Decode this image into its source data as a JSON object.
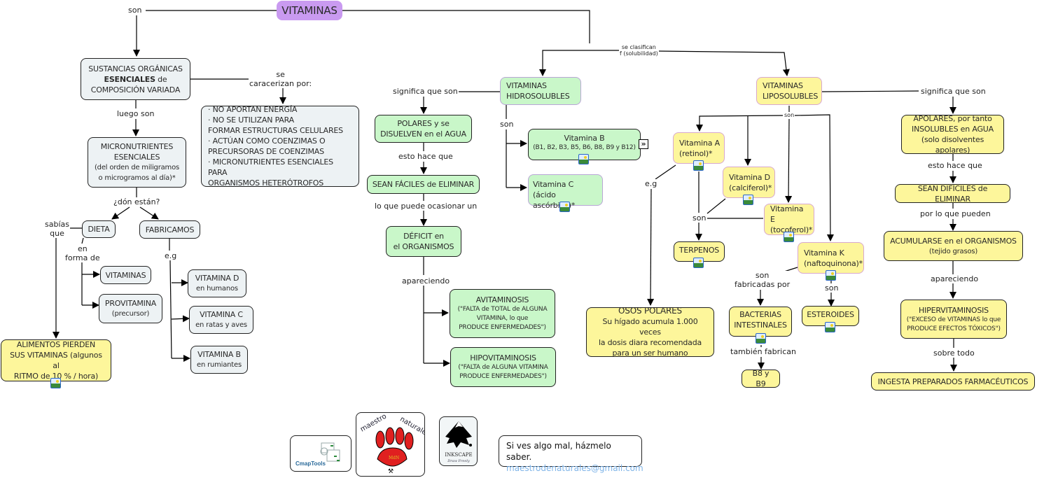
{
  "title": "VITAMINAS",
  "colors": {
    "root": "#c99af0",
    "gray_node": "#edf2f4",
    "green_node": "#c9f7c9",
    "yellow_node": "#fdf69b",
    "email": "#7fb4e8"
  },
  "links": {
    "son_top": "son",
    "se_caracterizan": "se\ncaracerizan por:",
    "luego_son": "luego son",
    "don_estan": "¿dón están?",
    "sabias_que": "sabías\nque",
    "en_forma_de": "en\nforma de",
    "eg_fabricamos": "e.g",
    "se_clasifican": "se clasifican\nf (solubilidad)",
    "significa_hidro": "significa que son",
    "son_hidro": "son",
    "esto_hace_que_hidro": "esto hace que",
    "lo_que_puede": "lo que puede ocasionar un",
    "apareciendo_hidro": "apareciendo",
    "son_lipo": "son",
    "eg_osos": "e.g",
    "son_terpenos": "son",
    "son_fabricadas_por": "son\nfabricadas por",
    "son_esteroides": "son",
    "tambien_fabrican": "también fabrican",
    "significa_lipo": "significa que son",
    "esto_hace_que_lipo": "esto hace que",
    "por_lo_que_pueden": "por lo que pueden",
    "apareciendo_lipo": "apareciendo",
    "sobre_todo": "sobre todo"
  },
  "nodes": {
    "sustancias": {
      "line1": "SUSTANCIAS ORGÁNICAS",
      "bold": "ESENCIALES",
      "after_bold": " de",
      "line3": "COMPOSICIÓN VARIADA"
    },
    "caracteristicas": [
      "· NO APORTAN ENERGÍA",
      "· NO SE UTILIZAN PARA",
      "FORMAR ESTRUCTURAS CELULARES",
      "· ACTÚAN COMO COENZIMAS O",
      "PRECURSORAS DE COENZIMAS",
      "· MICRONUTRIENTES ESENCIALES PARA",
      "ORGANISMOS HETERÓTROFOS"
    ],
    "micronutrientes": [
      "MICRONUTRIENTES",
      "ESENCIALES",
      "(del orden de miligramos",
      "o microgramos al día)*"
    ],
    "dieta": "DIETA",
    "fabricamos": "FABRICAMOS",
    "vitaminas_dieta": "VITAMINAS",
    "provitamina": [
      "PROVITAMINA",
      "(precursor)"
    ],
    "vit_d_humanos": [
      "VITAMINA D",
      "en humanos"
    ],
    "vit_c_ratas": [
      "VITAMINA C",
      "en ratas y aves"
    ],
    "vit_b_rumiantes": [
      "VITAMINA B",
      "en rumiantes"
    ],
    "alimentos": [
      "ALIMENTOS PIERDEN",
      "SUS VITAMINAS (algunos al",
      "RITMO de 10 % / hora)"
    ],
    "hidrosolubles": [
      "VITAMINAS",
      "HIDROSOLUBLES"
    ],
    "polares": [
      "POLARES y se",
      "DISUELVEN en el AGUA"
    ],
    "faciles": "SEAN FÁCILES de ELIMINAR",
    "deficit": [
      "DÉFICIT en",
      "el ORGANISMOS"
    ],
    "avitaminosis": [
      "AVITAMINOSIS",
      "(\"FALTA de TOTAL de ALGUNA",
      "VITAMINA, lo que",
      "PRODUCE ENFERMEDADES\")"
    ],
    "hipovitaminosis": [
      "HIPOVITAMINOSIS",
      "(\"FALTA de ALGUNA VITAMINA",
      "PRODUCE ENFERMEDADES\")"
    ],
    "vitamina_b": [
      "Vitamina B",
      "(B1, B2, B3, B5, B6, B8, B9 y B12)"
    ],
    "vitamina_c": [
      "Vitamina C",
      "(ácido ascórbico)*"
    ],
    "liposolubles": [
      "VITAMINAS",
      "LIPOSOLUBLES"
    ],
    "vitamina_a": [
      "Vitamina A",
      "(retinol)*"
    ],
    "vitamina_d": [
      "Vitamina D",
      "(calciferol)*"
    ],
    "vitamina_e": [
      "Vitamina E",
      "(tocoferol)*"
    ],
    "vitamina_k": [
      "Vitamina K",
      "(naftoquinona)*"
    ],
    "terpenos": "TERPENOS",
    "osos": [
      "OSOS POLARES",
      "Su hígado acumula 1.000 veces",
      "la dosis diara recomendada",
      "para un ser humano"
    ],
    "bacterias": [
      "BACTERIAS",
      "INTESTINALES"
    ],
    "esteroides": "ESTEROIDES",
    "b8b9": "B8 y B9",
    "apolares": [
      "APOLARES, por tanto",
      "INSOLUBLES en AGUA",
      "(solo disolventes apolares)"
    ],
    "dificiles": "SEAN DIFÍCILES de ELIMINAR",
    "acumularse": [
      "ACUMULARSE en el ORGANISMOS",
      "(tejido grasos)"
    ],
    "hipervitaminosis": [
      "HIPERVITAMINOSIS",
      "(\"EXCESO de VITAMINAS lo que",
      "PRODUCE EFECTOS TÓXICOS\")"
    ],
    "ingesta": "INGESTA PREPARADOS FARMACÉUTICOS"
  },
  "footer": {
    "cmaptools_label": "CmapTools",
    "maestro_label": "maestro de naturales",
    "inkscape_label": "INKSCAPE",
    "inkscape_tagline": "Draw Freely",
    "contact_line": "Si ves algo mal, házmelo saber.",
    "email": "maestrodenaturales@gmail.com"
  }
}
